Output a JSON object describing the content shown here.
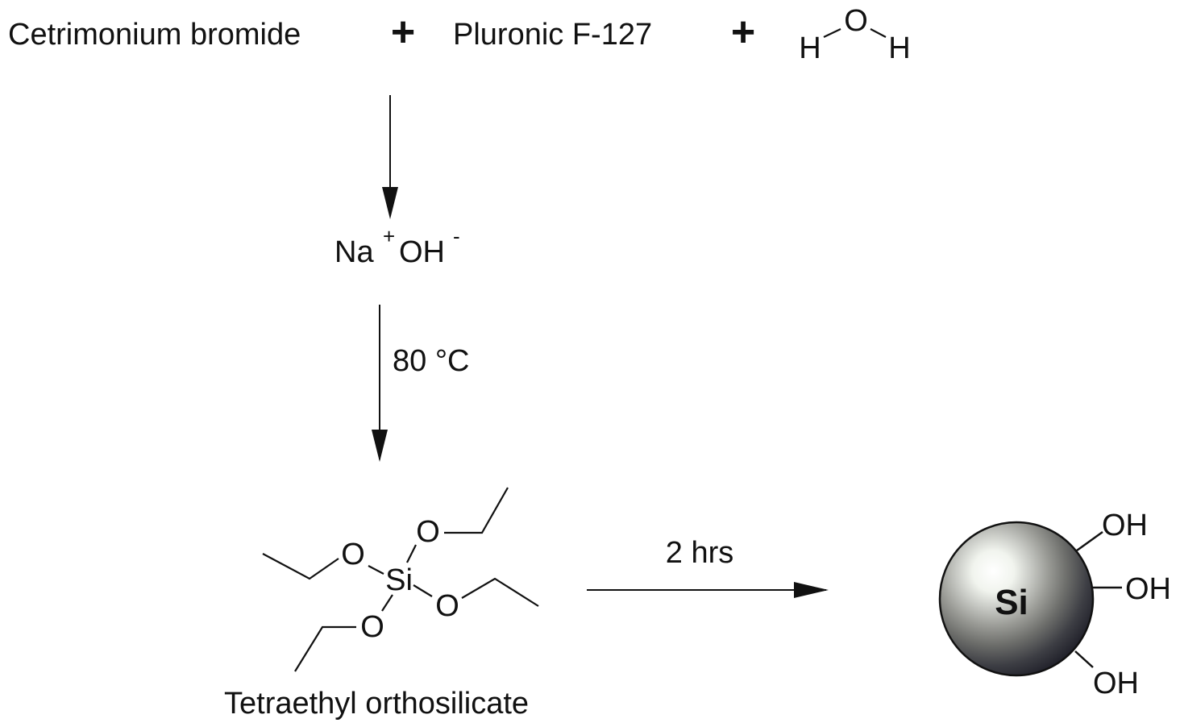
{
  "reactants": {
    "ctab": "Cetrimonium bromide",
    "plus1": "+",
    "pluronic": "Pluronic F-127",
    "plus2": "+",
    "water": {
      "h_left": "H",
      "o": "O",
      "h_right": "H"
    }
  },
  "base": {
    "na": "Na",
    "plus_charge": "+",
    "oh": "OH",
    "minus_charge": "-"
  },
  "condition_temperature": "80 °C",
  "teos": {
    "si": "Si",
    "o": "O",
    "name": "Tetraethyl orthosilicate"
  },
  "condition_time": "2 hrs",
  "product": {
    "core_label": "Si",
    "oh_top": "OH",
    "oh_middle": "OH",
    "oh_bottom": "OH"
  }
}
